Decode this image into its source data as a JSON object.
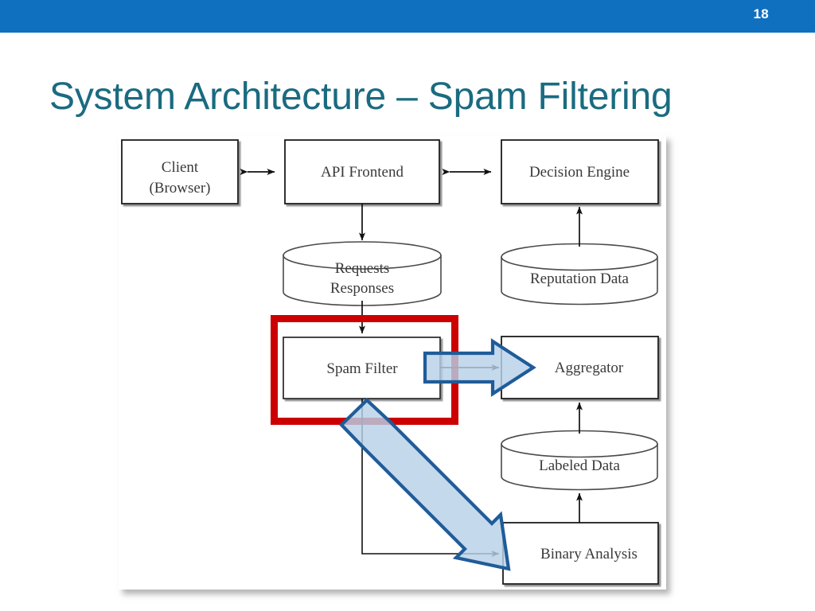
{
  "header": {
    "slide_number": "18",
    "bar_color": "#1070c0"
  },
  "title": {
    "text": "System Architecture – Spam Filtering",
    "color": "#1a6b80"
  },
  "diagram": {
    "title": "Spam filtering system architecture block diagram",
    "colors": {
      "node_stroke": "#1a1a1a",
      "node_fill": "#ffffff",
      "text": "#3a3a3a",
      "highlight_box": "#cc0000",
      "callout_arrow_fill": "#b8d1e8",
      "callout_arrow_stroke": "#1f5c99",
      "panel_background": "#ffffff"
    },
    "nodes": [
      {
        "id": "client",
        "label_line1": "Client",
        "label_line2": "(Browser)",
        "shape": "box"
      },
      {
        "id": "api-frontend",
        "label_line1": "API Frontend",
        "label_line2": "",
        "shape": "box"
      },
      {
        "id": "decision-engine",
        "label_line1": "Decision Engine",
        "label_line2": "",
        "shape": "box"
      },
      {
        "id": "requests-responses",
        "label_line1": "Requests",
        "label_line2": "Responses",
        "shape": "cylinder"
      },
      {
        "id": "reputation-data",
        "label_line1": "Reputation Data",
        "label_line2": "",
        "shape": "cylinder"
      },
      {
        "id": "spam-filter",
        "label_line1": "Spam Filter",
        "label_line2": "",
        "shape": "box"
      },
      {
        "id": "aggregator",
        "label_line1": "Aggregator",
        "label_line2": "",
        "shape": "box"
      },
      {
        "id": "labeled-data",
        "label_line1": "Labeled Data",
        "label_line2": "",
        "shape": "cylinder"
      },
      {
        "id": "binary-analysis",
        "label_line1": "Binary Analysis",
        "label_line2": "",
        "shape": "box"
      }
    ],
    "edges": [
      {
        "from": "client",
        "to": "api-frontend",
        "style": "bidirectional"
      },
      {
        "from": "api-frontend",
        "to": "decision-engine",
        "style": "bidirectional"
      },
      {
        "from": "api-frontend",
        "to": "requests-responses",
        "style": "directed"
      },
      {
        "from": "requests-responses",
        "to": "spam-filter",
        "style": "directed"
      },
      {
        "from": "spam-filter",
        "to": "aggregator",
        "style": "directed"
      },
      {
        "from": "spam-filter",
        "to": "binary-analysis",
        "style": "directed-routed"
      },
      {
        "from": "binary-analysis",
        "to": "labeled-data",
        "style": "directed"
      },
      {
        "from": "labeled-data",
        "to": "aggregator",
        "style": "directed"
      },
      {
        "from": "aggregator",
        "to": "reputation-data",
        "style": "directed"
      },
      {
        "from": "reputation-data",
        "to": "decision-engine",
        "style": "directed"
      }
    ],
    "annotations": [
      {
        "id": "red-highlight-box",
        "type": "rectangle",
        "target": "spam-filter",
        "color": "#cc0000"
      },
      {
        "id": "callout-arrow-to-aggregator",
        "type": "block-arrow",
        "from": "spam-filter",
        "to": "aggregator"
      },
      {
        "id": "callout-arrow-to-binary-analysis",
        "type": "block-arrow",
        "from": "spam-filter",
        "to": "binary-analysis"
      }
    ]
  }
}
